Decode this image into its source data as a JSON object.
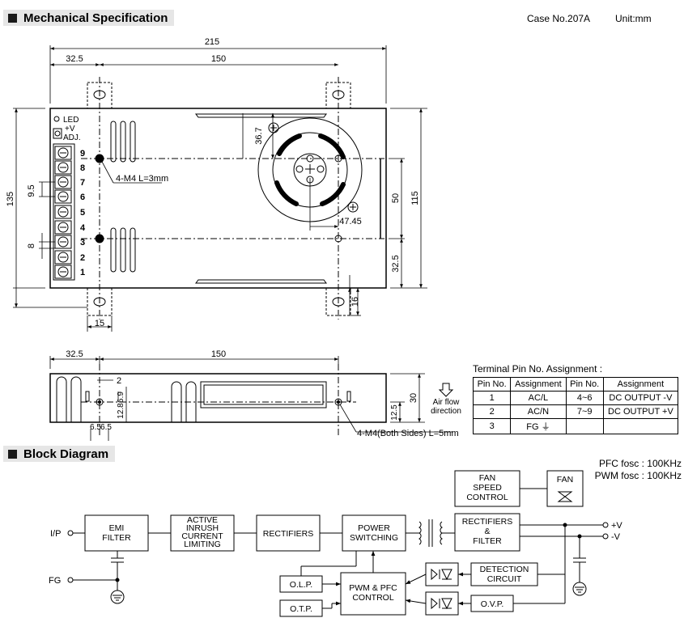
{
  "mechanical": {
    "title": "Mechanical Specification",
    "case_no": "Case No.207A",
    "unit": "Unit:mm",
    "dims": {
      "width_total": "215",
      "edge_offset": "32.5",
      "hole_span": "150",
      "height_total": "135",
      "fan_offset": "36.7",
      "right_115": "115",
      "right_50": "50",
      "right_32_5": "32.5",
      "fan_h": "47.45",
      "bottom_16": "16",
      "bottom_15": "15",
      "pitch_9_5": "9.5",
      "pitch_8": "8",
      "side_32_5": "32.5",
      "side_150": "150",
      "side_2": "2",
      "side_6_9": "6.9",
      "side_12_8": "12.8",
      "side_6_5a": "6.5",
      "side_6_5b": "6.5",
      "side_30": "30",
      "side_12_5": "12.5"
    },
    "screw_top": "4-M4 L=3mm",
    "screw_side": "4-M4(Both Sides) L=5mm",
    "airflow": [
      "Air flow",
      "direction"
    ],
    "led_label": "LED",
    "vadj_label": [
      "+V",
      "ADJ."
    ],
    "terminal_numbers": [
      "9",
      "8",
      "7",
      "6",
      "5",
      "4",
      "3",
      "2",
      "1"
    ]
  },
  "pin_table": {
    "caption": "Terminal Pin No. Assignment :",
    "headers": [
      "Pin No.",
      "Assignment",
      "Pin No.",
      "Assignment"
    ],
    "rows": [
      [
        "1",
        "AC/L",
        "4~6",
        "DC OUTPUT -V"
      ],
      [
        "2",
        "AC/N",
        "7~9",
        "DC OUTPUT +V"
      ],
      [
        "3",
        "FG ⏚",
        "",
        ""
      ]
    ]
  },
  "block": {
    "title": "Block Diagram",
    "pfc_fosc": "PFC fosc : 100KHz",
    "pwm_fosc": "PWM fosc : 100KHz",
    "ip": "I/P",
    "fg": "FG",
    "emi": [
      "EMI",
      "FILTER"
    ],
    "inrush": [
      "ACTIVE",
      "INRUSH",
      "CURRENT",
      "LIMITING"
    ],
    "rect1": "RECTIFIERS",
    "power": [
      "POWER",
      "SWITCHING"
    ],
    "rect2": [
      "RECTIFIERS",
      "&",
      "FILTER"
    ],
    "fan_ctrl": [
      "FAN",
      "SPEED",
      "CONTROL"
    ],
    "fan": "FAN",
    "olp": "O.L.P.",
    "otp": "O.T.P.",
    "pwm": [
      "PWM & PFC",
      "CONTROL"
    ],
    "detect": [
      "DETECTION",
      "CIRCUIT"
    ],
    "ovp": "O.V.P.",
    "vplus": "+V",
    "vminus": "-V"
  }
}
